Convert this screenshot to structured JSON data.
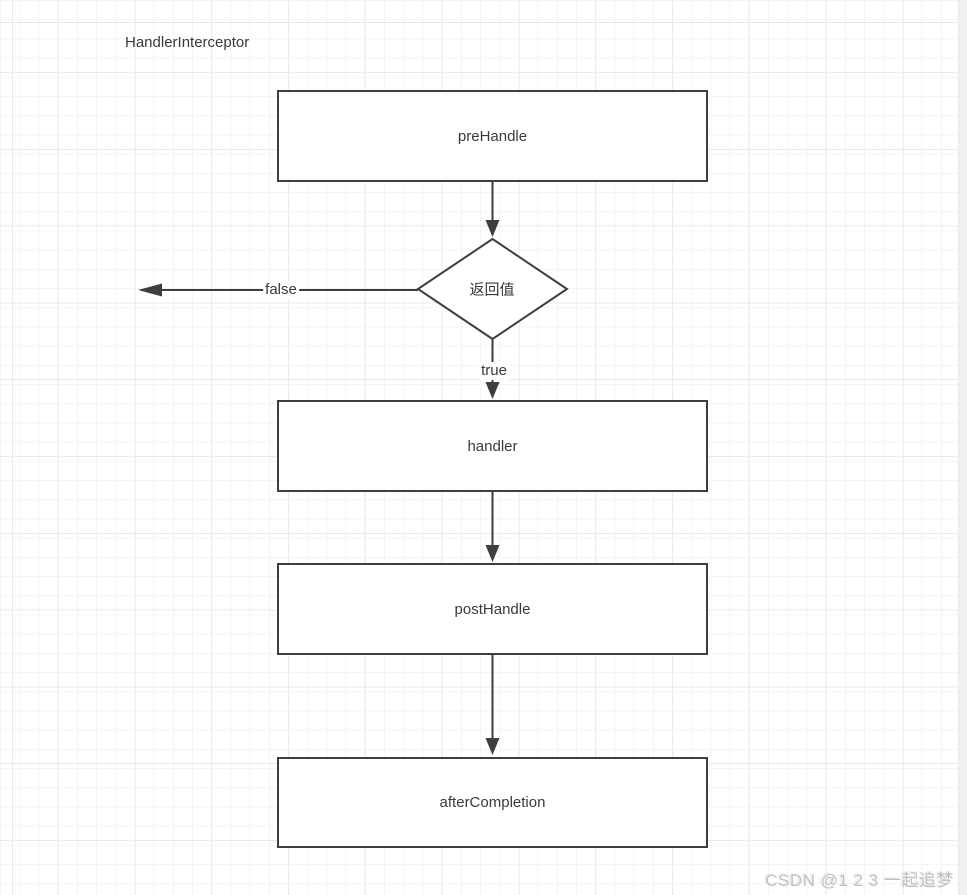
{
  "title": "HandlerInterceptor",
  "watermark": "CSDN @1 2 3 一起追梦",
  "colors": {
    "node_fill": "#ffffff",
    "node_stroke": "#3e3e3e",
    "text": "#3a3a3a",
    "grid_minor": "#f4f4f4",
    "grid_major": "#e9e9e9",
    "watermark": "#bfbfbf"
  },
  "nodes": [
    {
      "id": "preHandle",
      "type": "rect",
      "label": "preHandle"
    },
    {
      "id": "decision",
      "type": "diamond",
      "label": "返回值"
    },
    {
      "id": "handler",
      "type": "rect",
      "label": "handler"
    },
    {
      "id": "postHandle",
      "type": "rect",
      "label": "postHandle"
    },
    {
      "id": "afterCompletion",
      "type": "rect",
      "label": "afterCompletion"
    }
  ],
  "edges": [
    {
      "from": "preHandle",
      "to": "decision",
      "label": ""
    },
    {
      "from": "decision",
      "to": "exit-left",
      "label": "false"
    },
    {
      "from": "decision",
      "to": "handler",
      "label": "true"
    },
    {
      "from": "handler",
      "to": "postHandle",
      "label": ""
    },
    {
      "from": "postHandle",
      "to": "afterCompletion",
      "label": ""
    }
  ]
}
